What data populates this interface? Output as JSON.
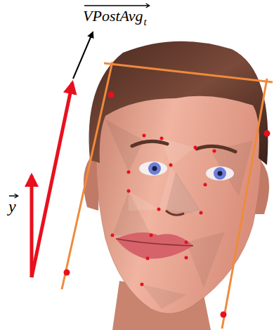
{
  "diagram": {
    "labels": [
      "VPostAvg",
      "t",
      "y"
    ]
  }
}
